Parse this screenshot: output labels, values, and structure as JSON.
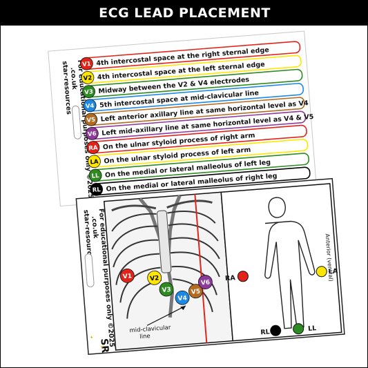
{
  "header": {
    "title": "ECG LEAD PLACEMENT"
  },
  "card1": {
    "side_text_1": "star-resources",
    "side_text_2": ".co.uk",
    "side_text_3": "For educational purposes only ©2025",
    "rows": [
      {
        "badge": "V1",
        "text": "4th intercostal space at the right sternal edge",
        "color": "#e2231a",
        "badge_text": "#ffffff"
      },
      {
        "badge": "V2",
        "text": "4th intercostal space at the left sternal edge",
        "color": "#ffe600",
        "badge_text": "#000000"
      },
      {
        "badge": "V3",
        "text": "Midway between the V2 & V4 electrodes",
        "color": "#2e8b22",
        "badge_text": "#ffffff"
      },
      {
        "badge": "V4",
        "text": "5th intercostal space at mid-clavicular line",
        "color": "#1e88e5",
        "badge_text": "#ffffff"
      },
      {
        "badge": "V5",
        "text": "Left anterior axillary line at same horizontal level as V4",
        "color": "#b36b22",
        "badge_text": "#ffffff"
      },
      {
        "badge": "V6",
        "text": "Left mid-axillary line at same horizontal level as V4 & V5",
        "color": "#8e3a9a",
        "badge_text": "#ffffff"
      },
      {
        "badge": "RA",
        "text": "On the ulnar styloid process of right arm",
        "color": "#e2231a",
        "badge_text": "#ffffff"
      },
      {
        "badge": "LA",
        "text": "On the ulnar styloid process of left arm",
        "color": "#ffe600",
        "badge_text": "#000000"
      },
      {
        "badge": "LL",
        "text": "On the medial or lateral malleolus of left leg",
        "color": "#2e8b22",
        "badge_text": "#ffffff"
      },
      {
        "badge": "RL",
        "text": "On the medial or lateral malleolus of right leg",
        "color": "#000000",
        "badge_text": "#ffffff"
      }
    ]
  },
  "card2": {
    "side_text_1": "star-resources",
    "side_text_2": ".co.uk",
    "side_text_3": "For educational purposes only ©2025",
    "logo_text": "SR",
    "midclavicular_label_1": "mid-clavicular",
    "midclavicular_label_2": "line",
    "anterior_label": "Anterior (ventral)",
    "chest_electrodes": [
      {
        "label": "V1",
        "color": "#e2231a",
        "text_color": "#ffffff"
      },
      {
        "label": "V2",
        "color": "#ffe600",
        "text_color": "#000000"
      },
      {
        "label": "V3",
        "color": "#2e8b22",
        "text_color": "#ffffff"
      },
      {
        "label": "V4",
        "color": "#1e88e5",
        "text_color": "#ffffff"
      },
      {
        "label": "V5",
        "color": "#b36b22",
        "text_color": "#ffffff"
      },
      {
        "label": "V6",
        "color": "#8e3a9a",
        "text_color": "#ffffff"
      }
    ],
    "limb_electrodes": [
      {
        "label": "RA",
        "color": "#e2231a"
      },
      {
        "label": "LA",
        "color": "#ffe600"
      },
      {
        "label": "RL",
        "color": "#000000"
      },
      {
        "label": "LL",
        "color": "#2e8b22"
      }
    ]
  }
}
